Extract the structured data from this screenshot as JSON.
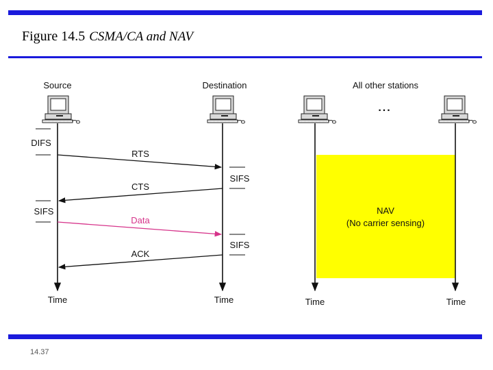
{
  "title": {
    "number": "Figure 14.5",
    "caption": "CSMA/CA and NAV"
  },
  "page_number": "14.37",
  "colors": {
    "accent_bar": "#1a1adc",
    "data_frame": "#d6338a",
    "nav_region": "#ffff00"
  },
  "stations": {
    "source": "Source",
    "destination": "Destination",
    "others": "All other stations",
    "others_ellipsis": "..."
  },
  "time_labels": {
    "source": "Time",
    "destination": "Time",
    "other1": "Time",
    "other2": "Time"
  },
  "intervals": {
    "difs": "DIFS",
    "sifs_dest_1": "SIFS",
    "sifs_source": "SIFS",
    "sifs_dest_2": "SIFS"
  },
  "frames": {
    "rts": "RTS",
    "cts": "CTS",
    "data": "Data",
    "ack": "ACK"
  },
  "nav": {
    "line1": "NAV",
    "line2": "(No carrier sensing)"
  },
  "icons": {
    "station": "desktop-computer-icon"
  }
}
